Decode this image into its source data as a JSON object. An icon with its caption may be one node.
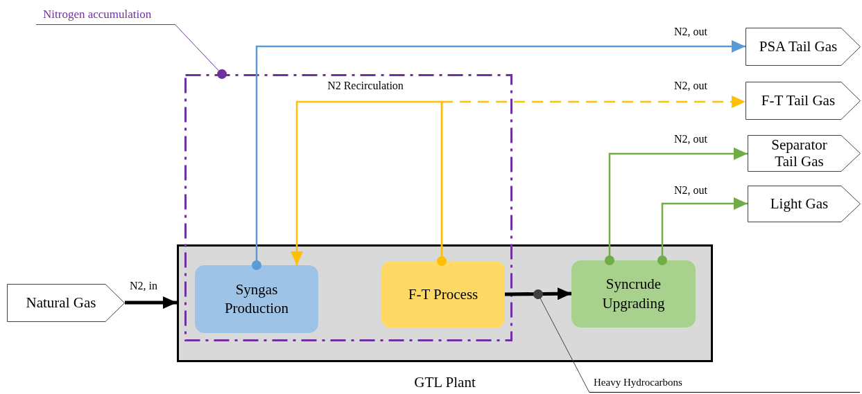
{
  "diagram": {
    "nodes": [
      {
        "text": [
          "GTL Plant"
        ]
      },
      {
        "text": [
          "Syngas Production"
        ],
        "in": 0
      },
      {
        "text": [
          "F-T Process"
        ],
        "in": 0
      },
      {
        "text": [
          "Syncrude Upgrading"
        ],
        "in": 0
      },
      {
        "text": [
          "Natural Gas"
        ]
      },
      {
        "text": [
          "PSA Tail Gas"
        ]
      },
      {
        "text": [
          "F-T Tail Gas"
        ]
      },
      {
        "text": [
          "Separator Tail Gas"
        ]
      },
      {
        "text": [
          "Light Gas"
        ]
      },
      {
        "text": [
          "Nitrogen accumulation"
        ]
      },
      {
        "text": [
          "Heavy Hydrocarbons"
        ]
      }
    ],
    "edges": [
      {
        "from": 4,
        "to": 0,
        "arrow": "to",
        "label": "N2, in",
        "style": "thick"
      },
      {
        "from": 1,
        "to": 5,
        "arrow": "to",
        "label": "N2, out",
        "color": "#5b9bd5"
      },
      {
        "from": 2,
        "to": 6,
        "arrow": "to",
        "label": "N2, out",
        "style": "dashed",
        "color": "#ffc000"
      },
      {
        "from": 2,
        "to": 1,
        "arrow": "to",
        "label": "N2 Recirculation",
        "color": "#ffc000"
      },
      {
        "from": 3,
        "to": 7,
        "arrow": "to",
        "label": "N2, out",
        "color": "#70ad47"
      },
      {
        "from": 3,
        "to": 8,
        "arrow": "to",
        "label": "N2, out",
        "color": "#70ad47"
      },
      {
        "from": 2,
        "to": 3,
        "arrow": "to",
        "style": "thick"
      },
      {
        "from": 9,
        "to": null,
        "arrow": "other",
        "color": "#7030a0"
      },
      {
        "from": 10,
        "to": null,
        "arrow": "other",
        "color": "#404040"
      }
    ]
  }
}
